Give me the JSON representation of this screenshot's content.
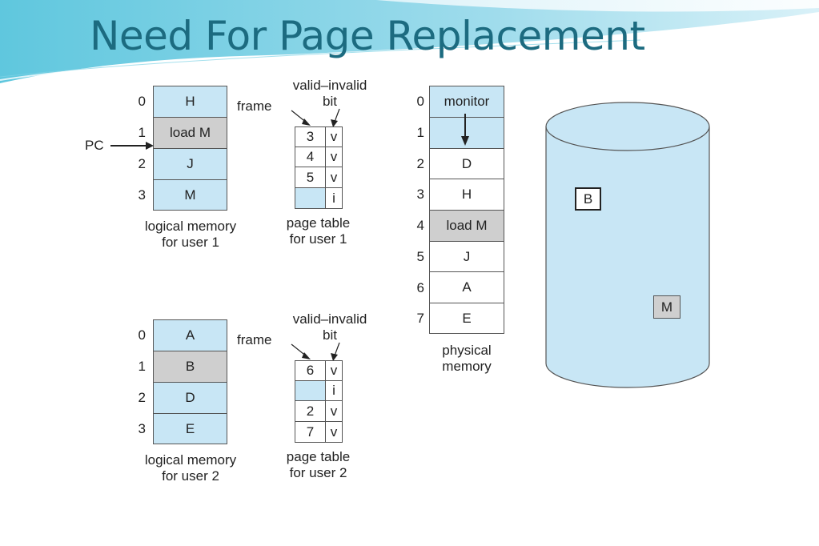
{
  "slide": {
    "title": "Need For Page Replacement",
    "accent_color": "#1c6b80"
  },
  "user1": {
    "logical_memory": {
      "indices": [
        "0",
        "1",
        "2",
        "3"
      ],
      "entries": [
        "H",
        "load M",
        "J",
        "M"
      ],
      "caption_line1": "logical memory",
      "caption_line2": "for user 1"
    },
    "pc_label": "PC",
    "page_table": {
      "frame_label": "frame",
      "valid_invalid_line1": "valid–invalid",
      "valid_invalid_line2": "bit",
      "rows": [
        {
          "frame": "3",
          "bit": "v"
        },
        {
          "frame": "4",
          "bit": "v"
        },
        {
          "frame": "5",
          "bit": "v"
        },
        {
          "frame": "",
          "bit": "i"
        }
      ],
      "caption_line1": "page table",
      "caption_line2": "for user 1"
    }
  },
  "user2": {
    "logical_memory": {
      "indices": [
        "0",
        "1",
        "2",
        "3"
      ],
      "entries": [
        "A",
        "B",
        "D",
        "E"
      ],
      "caption_line1": "logical memory",
      "caption_line2": "for user 2"
    },
    "page_table": {
      "frame_label": "frame",
      "valid_invalid_line1": "valid–invalid",
      "valid_invalid_line2": "bit",
      "rows": [
        {
          "frame": "6",
          "bit": "v"
        },
        {
          "frame": "",
          "bit": "i"
        },
        {
          "frame": "2",
          "bit": "v"
        },
        {
          "frame": "7",
          "bit": "v"
        }
      ],
      "caption_line1": "page table",
      "caption_line2": "for user 2"
    }
  },
  "physical_memory": {
    "indices": [
      "0",
      "1",
      "2",
      "3",
      "4",
      "5",
      "6",
      "7"
    ],
    "entries": [
      "monitor",
      "",
      "D",
      "H",
      "load M",
      "J",
      "A",
      "E"
    ],
    "caption_line1": "physical",
    "caption_line2": "memory"
  },
  "disk": {
    "block_b": "B",
    "block_m": "M",
    "fill_color": "#c8e6f5"
  }
}
